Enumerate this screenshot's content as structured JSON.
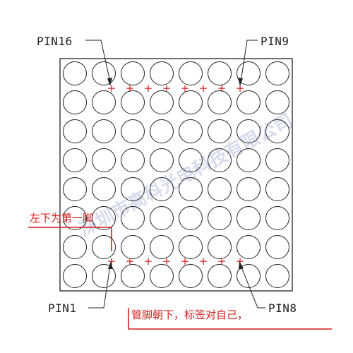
{
  "labels": {
    "pin16": "PIN16",
    "pin9": "PIN9",
    "pin1": "PIN1",
    "pin8": "PIN8"
  },
  "notes": {
    "first_pin": "左下为第一脚",
    "orientation": "管脚朝下，标签对自己，"
  },
  "watermark": "深圳市高科光电科技有限公司",
  "matrix": {
    "rows": 8,
    "cols": 8
  },
  "pin_marks": {
    "per_row": 8,
    "symbol": "+"
  },
  "colors": {
    "outline": "#222222",
    "accent": "#d42020",
    "watermark": "#b8bfe0"
  }
}
